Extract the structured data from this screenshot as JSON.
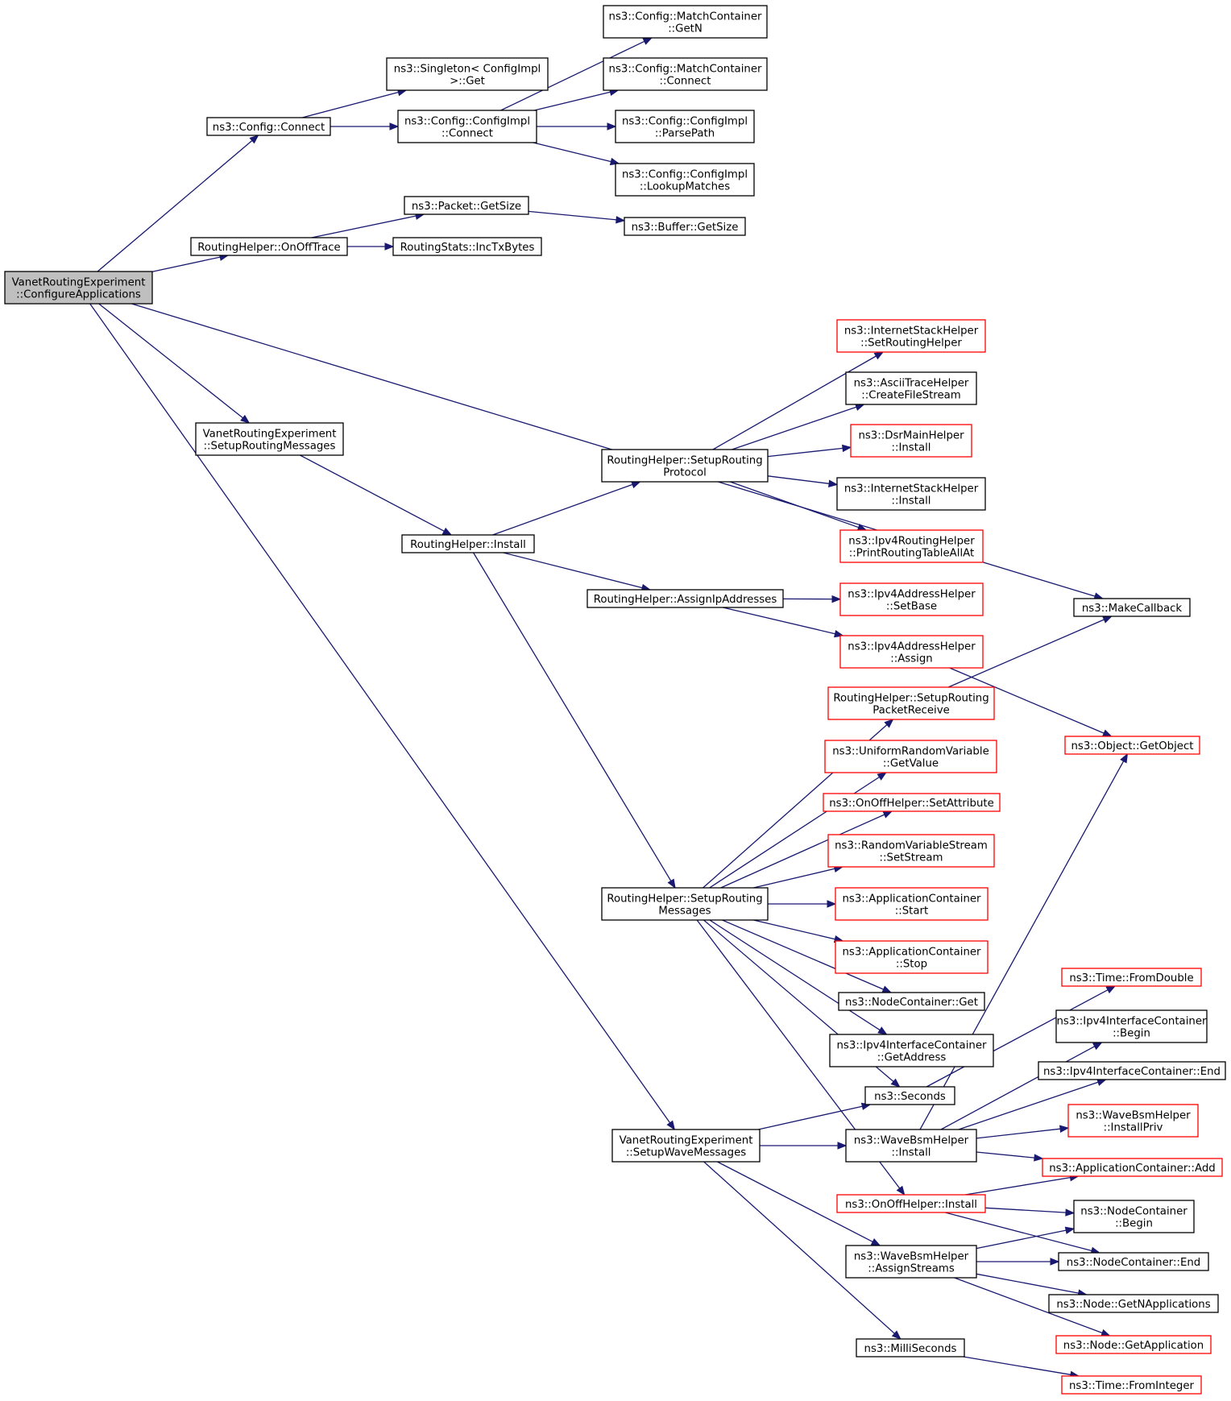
{
  "colors": {
    "edge": "#191970",
    "root_fill": "#bfbfbf",
    "border_normal": "#000000",
    "border_red": "#ff0000",
    "fill": "#ffffff"
  },
  "nodes": {
    "configure_applications": [
      "VanetRoutingExperiment",
      "::ConfigureApplications"
    ],
    "config_connect": [
      "ns3::Config::Connect"
    ],
    "singleton_get": [
      "ns3::Singleton< ConfigImpl",
      ">::Get"
    ],
    "configimpl_connect": [
      "ns3::Config::ConfigImpl",
      "::Connect"
    ],
    "match_getn": [
      "ns3::Config::MatchContainer",
      "::GetN"
    ],
    "match_connect": [
      "ns3::Config::MatchContainer",
      "::Connect"
    ],
    "parse_path": [
      "ns3::Config::ConfigImpl",
      "::ParsePath"
    ],
    "lookup_matches": [
      "ns3::Config::ConfigImpl",
      "::LookupMatches"
    ],
    "packet_getsize": [
      "ns3::Packet::GetSize"
    ],
    "buffer_getsize": [
      "ns3::Buffer::GetSize"
    ],
    "onofftrace": [
      "RoutingHelper::OnOffTrace"
    ],
    "inc_tx_bytes": [
      "RoutingStats::IncTxBytes"
    ],
    "make_callback": [
      "ns3::MakeCallback"
    ],
    "setup_routing_messages_vre": [
      "VanetRoutingExperiment",
      "::SetupRoutingMessages"
    ],
    "routinghelper_install": [
      "RoutingHelper::Install"
    ],
    "setup_routing_protocol": [
      "RoutingHelper::SetupRouting",
      "Protocol"
    ],
    "set_routing_helper": [
      "ns3::InternetStackHelper",
      "::SetRoutingHelper"
    ],
    "create_file_stream": [
      "ns3::AsciiTraceHelper",
      "::CreateFileStream"
    ],
    "dsr_install": [
      "ns3::DsrMainHelper",
      "::Install"
    ],
    "inet_install": [
      "ns3::InternetStackHelper",
      "::Install"
    ],
    "print_routing": [
      "ns3::Ipv4RoutingHelper",
      "::PrintRoutingTableAllAt"
    ],
    "assign_ip": [
      "RoutingHelper::AssignIpAddresses"
    ],
    "set_base": [
      "ns3::Ipv4AddressHelper",
      "::SetBase"
    ],
    "addr_assign": [
      "ns3::Ipv4AddressHelper",
      "::Assign"
    ],
    "packet_receive": [
      "RoutingHelper::SetupRouting",
      "PacketReceive"
    ],
    "get_object": [
      "ns3::Object::GetObject"
    ],
    "uniform_getvalue": [
      "ns3::UniformRandomVariable",
      "::GetValue"
    ],
    "onoff_setattr": [
      "ns3::OnOffHelper::SetAttribute"
    ],
    "rvs_setstream": [
      "ns3::RandomVariableStream",
      "::SetStream"
    ],
    "setup_routing_messages_rh": [
      "RoutingHelper::SetupRouting",
      "Messages"
    ],
    "app_start": [
      "ns3::ApplicationContainer",
      "::Start"
    ],
    "app_stop": [
      "ns3::ApplicationContainer",
      "::Stop"
    ],
    "nodecontainer_get": [
      "ns3::NodeContainer::Get"
    ],
    "ipv4if_getaddress": [
      "ns3::Ipv4InterfaceContainer",
      "::GetAddress"
    ],
    "time_fromdouble": [
      "ns3::Time::FromDouble"
    ],
    "ipv4if_begin": [
      "ns3::Ipv4InterfaceContainer",
      "::Begin"
    ],
    "ipv4if_end": [
      "ns3::Ipv4InterfaceContainer::End"
    ],
    "seconds": [
      "ns3::Seconds"
    ],
    "wave_install_priv": [
      "ns3::WaveBsmHelper",
      "::InstallPriv"
    ],
    "setup_wave_messages": [
      "VanetRoutingExperiment",
      "::SetupWaveMessages"
    ],
    "wave_install": [
      "ns3::WaveBsmHelper",
      "::Install"
    ],
    "app_add": [
      "ns3::ApplicationContainer::Add"
    ],
    "onoff_install": [
      "ns3::OnOffHelper::Install"
    ],
    "nc_begin": [
      "ns3::NodeContainer",
      "::Begin"
    ],
    "wave_assign_streams": [
      "ns3::WaveBsmHelper",
      "::AssignStreams"
    ],
    "nc_end": [
      "ns3::NodeContainer::End"
    ],
    "node_getnapps": [
      "ns3::Node::GetNApplications"
    ],
    "node_getapp": [
      "ns3::Node::GetApplication"
    ],
    "milliseconds": [
      "ns3::MilliSeconds"
    ],
    "time_frominteger": [
      "ns3::Time::FromInteger"
    ]
  },
  "node_styles": {
    "configure_applications": "root",
    "set_routing_helper": "red",
    "dsr_install": "red",
    "print_routing": "red",
    "set_base": "red",
    "addr_assign": "red",
    "packet_receive": "red",
    "get_object": "red",
    "uniform_getvalue": "red",
    "onoff_setattr": "red",
    "rvs_setstream": "red",
    "app_start": "red",
    "app_stop": "red",
    "time_fromdouble": "red",
    "wave_install_priv": "red",
    "app_add": "red",
    "onoff_install": "red",
    "node_getapp": "red",
    "time_frominteger": "red"
  },
  "edges": [
    [
      "configure_applications",
      "config_connect"
    ],
    [
      "configure_applications",
      "onofftrace"
    ],
    [
      "configure_applications",
      "make_callback"
    ],
    [
      "configure_applications",
      "setup_routing_messages_vre"
    ],
    [
      "configure_applications",
      "setup_wave_messages"
    ],
    [
      "config_connect",
      "singleton_get"
    ],
    [
      "config_connect",
      "configimpl_connect"
    ],
    [
      "configimpl_connect",
      "match_getn"
    ],
    [
      "configimpl_connect",
      "match_connect"
    ],
    [
      "configimpl_connect",
      "parse_path"
    ],
    [
      "configimpl_connect",
      "lookup_matches"
    ],
    [
      "onofftrace",
      "packet_getsize"
    ],
    [
      "onofftrace",
      "inc_tx_bytes"
    ],
    [
      "packet_getsize",
      "buffer_getsize"
    ],
    [
      "setup_routing_messages_vre",
      "routinghelper_install"
    ],
    [
      "routinghelper_install",
      "setup_routing_protocol"
    ],
    [
      "routinghelper_install",
      "assign_ip"
    ],
    [
      "routinghelper_install",
      "setup_routing_messages_rh"
    ],
    [
      "setup_routing_protocol",
      "set_routing_helper"
    ],
    [
      "setup_routing_protocol",
      "create_file_stream"
    ],
    [
      "setup_routing_protocol",
      "dsr_install"
    ],
    [
      "setup_routing_protocol",
      "inet_install"
    ],
    [
      "setup_routing_protocol",
      "print_routing"
    ],
    [
      "assign_ip",
      "set_base"
    ],
    [
      "assign_ip",
      "addr_assign"
    ],
    [
      "addr_assign",
      "get_object"
    ],
    [
      "packet_receive",
      "make_callback"
    ],
    [
      "setup_routing_messages_rh",
      "packet_receive"
    ],
    [
      "setup_routing_messages_rh",
      "uniform_getvalue"
    ],
    [
      "setup_routing_messages_rh",
      "onoff_setattr"
    ],
    [
      "setup_routing_messages_rh",
      "rvs_setstream"
    ],
    [
      "setup_routing_messages_rh",
      "app_start"
    ],
    [
      "setup_routing_messages_rh",
      "app_stop"
    ],
    [
      "setup_routing_messages_rh",
      "nodecontainer_get"
    ],
    [
      "setup_routing_messages_rh",
      "ipv4if_getaddress"
    ],
    [
      "setup_routing_messages_rh",
      "seconds"
    ],
    [
      "setup_routing_messages_rh",
      "onoff_install"
    ],
    [
      "seconds",
      "time_fromdouble"
    ],
    [
      "setup_wave_messages",
      "seconds"
    ],
    [
      "setup_wave_messages",
      "wave_install"
    ],
    [
      "setup_wave_messages",
      "wave_assign_streams"
    ],
    [
      "setup_wave_messages",
      "milliseconds"
    ],
    [
      "wave_install",
      "get_object"
    ],
    [
      "wave_install",
      "ipv4if_begin"
    ],
    [
      "wave_install",
      "ipv4if_end"
    ],
    [
      "wave_install",
      "wave_install_priv"
    ],
    [
      "wave_install",
      "app_add"
    ],
    [
      "onoff_install",
      "app_add"
    ],
    [
      "onoff_install",
      "nc_begin"
    ],
    [
      "onoff_install",
      "nc_end"
    ],
    [
      "wave_assign_streams",
      "nc_begin"
    ],
    [
      "wave_assign_streams",
      "nc_end"
    ],
    [
      "wave_assign_streams",
      "node_getnapps"
    ],
    [
      "wave_assign_streams",
      "node_getapp"
    ],
    [
      "milliseconds",
      "time_frominteger"
    ]
  ]
}
